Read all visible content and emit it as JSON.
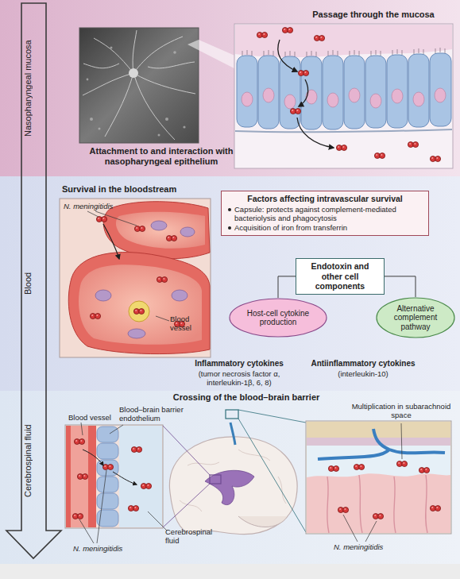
{
  "diagram": {
    "nodes": [
      {
        "text": [
          "Nasopharyngeal mucosa"
        ]
      },
      {
        "text": [
          "Blood"
        ]
      },
      {
        "text": [
          "Factors affecting intravascular survival",
          "Capsule: protects against complement-mediated bacteriolysis and phagocytosis",
          "Acquisition of iron from transferrin"
        ],
        "in": 1
      },
      {
        "text": [
          "Endotoxin and other cell components"
        ],
        "in": 1
      },
      {
        "text": [
          "Host-cell cytokine production"
        ],
        "in": 1
      },
      {
        "text": [
          "Alternative complement pathway"
        ],
        "in": 1
      },
      {
        "text": [
          "Cerebrospinal fluid"
        ]
      }
    ],
    "edges": [
      {
        "from": 3,
        "to": 4,
        "arrow": "none"
      },
      {
        "from": 3,
        "to": 5,
        "arrow": "none"
      }
    ],
    "labels": [
      "Passage through the mucosa",
      "Attachment to and interaction with nasopharyngeal epithelium",
      "Survival in the bloodstream",
      "N. meningitidis",
      "Blood vessel",
      "Inflammatory cytokines",
      "(tumor necrosis factor α, interleukin-1β, 6, 8)",
      "Antiinflammatory cytokines",
      "(interleukin-10)",
      "Crossing of the blood–brain barrier",
      "Blood vessel",
      "Blood–brain barrier endothelium",
      "Multiplication in subarachnoid space",
      "N. meningitidis",
      "Cerebrospinal fluid",
      "N. meningitidis"
    ]
  }
}
